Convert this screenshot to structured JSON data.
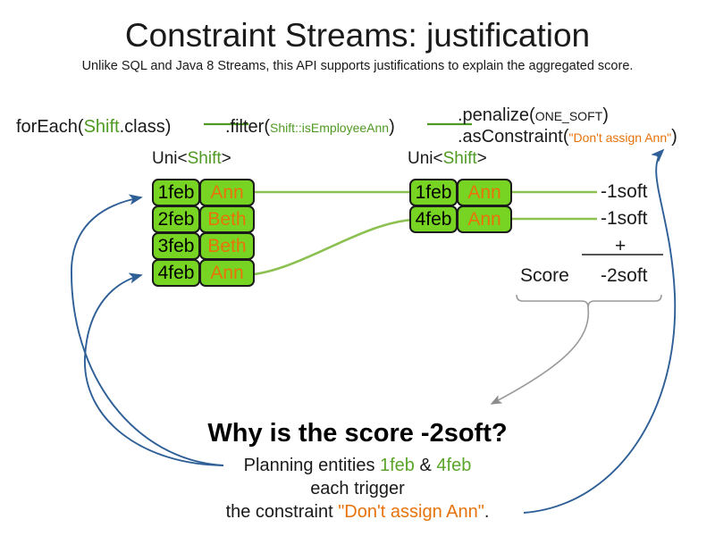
{
  "slide": {
    "title": "Constraint Streams: justification",
    "subtitle": "Unlike SQL and Java 8 Streams, this API supports justifications to explain the aggregated score."
  },
  "code": {
    "foreach": {
      "method": "forEach(",
      "type": "Shift",
      "rest": ".class)"
    },
    "filter": {
      "method": ".filter(",
      "arg": "Shift::isEmployeeAnn",
      "close": ")"
    },
    "penalize": {
      "method": ".penalize(",
      "arg": "ONE_SOFT",
      "close": ")"
    },
    "as_constraint": {
      "method": ".asConstraint(",
      "arg": "\"Don't assign Ann\"",
      "close": ")"
    }
  },
  "streams": {
    "left": {
      "caption_prefix": "Uni<",
      "caption_type": "Shift",
      "caption_suffix": ">",
      "rows": [
        {
          "date": "1feb",
          "name": "Ann"
        },
        {
          "date": "2feb",
          "name": "Beth"
        },
        {
          "date": "3feb",
          "name": "Beth"
        },
        {
          "date": "4feb",
          "name": "Ann"
        }
      ]
    },
    "right": {
      "caption_prefix": "Uni<",
      "caption_type": "Shift",
      "caption_suffix": ">",
      "rows": [
        {
          "date": "1feb",
          "name": "Ann"
        },
        {
          "date": "4feb",
          "name": "Ann"
        }
      ]
    }
  },
  "score": {
    "penalties": [
      "-1soft",
      "-1soft"
    ],
    "operator": "+",
    "label": "Score",
    "total": "-2soft"
  },
  "explanation": {
    "heading": "Why is the score -2soft?",
    "line1_prefix": "Planning entities ",
    "line1_entity_a": "1feb",
    "line1_amp": " & ",
    "line1_entity_b": "4feb",
    "line2": "each trigger",
    "line3_prefix": "the constraint ",
    "line3_constraint": "\"Don't assign Ann\"",
    "line3_suffix": "."
  },
  "colors": {
    "box_fill": "#77d422",
    "box_border": "#1b1b1b",
    "name_text": "#e8730c",
    "type_green": "#4f9a22",
    "connector_green": "#8cc152",
    "arrow_blue": "#2e5f96",
    "arrow_gray": "#8c8c8c"
  }
}
